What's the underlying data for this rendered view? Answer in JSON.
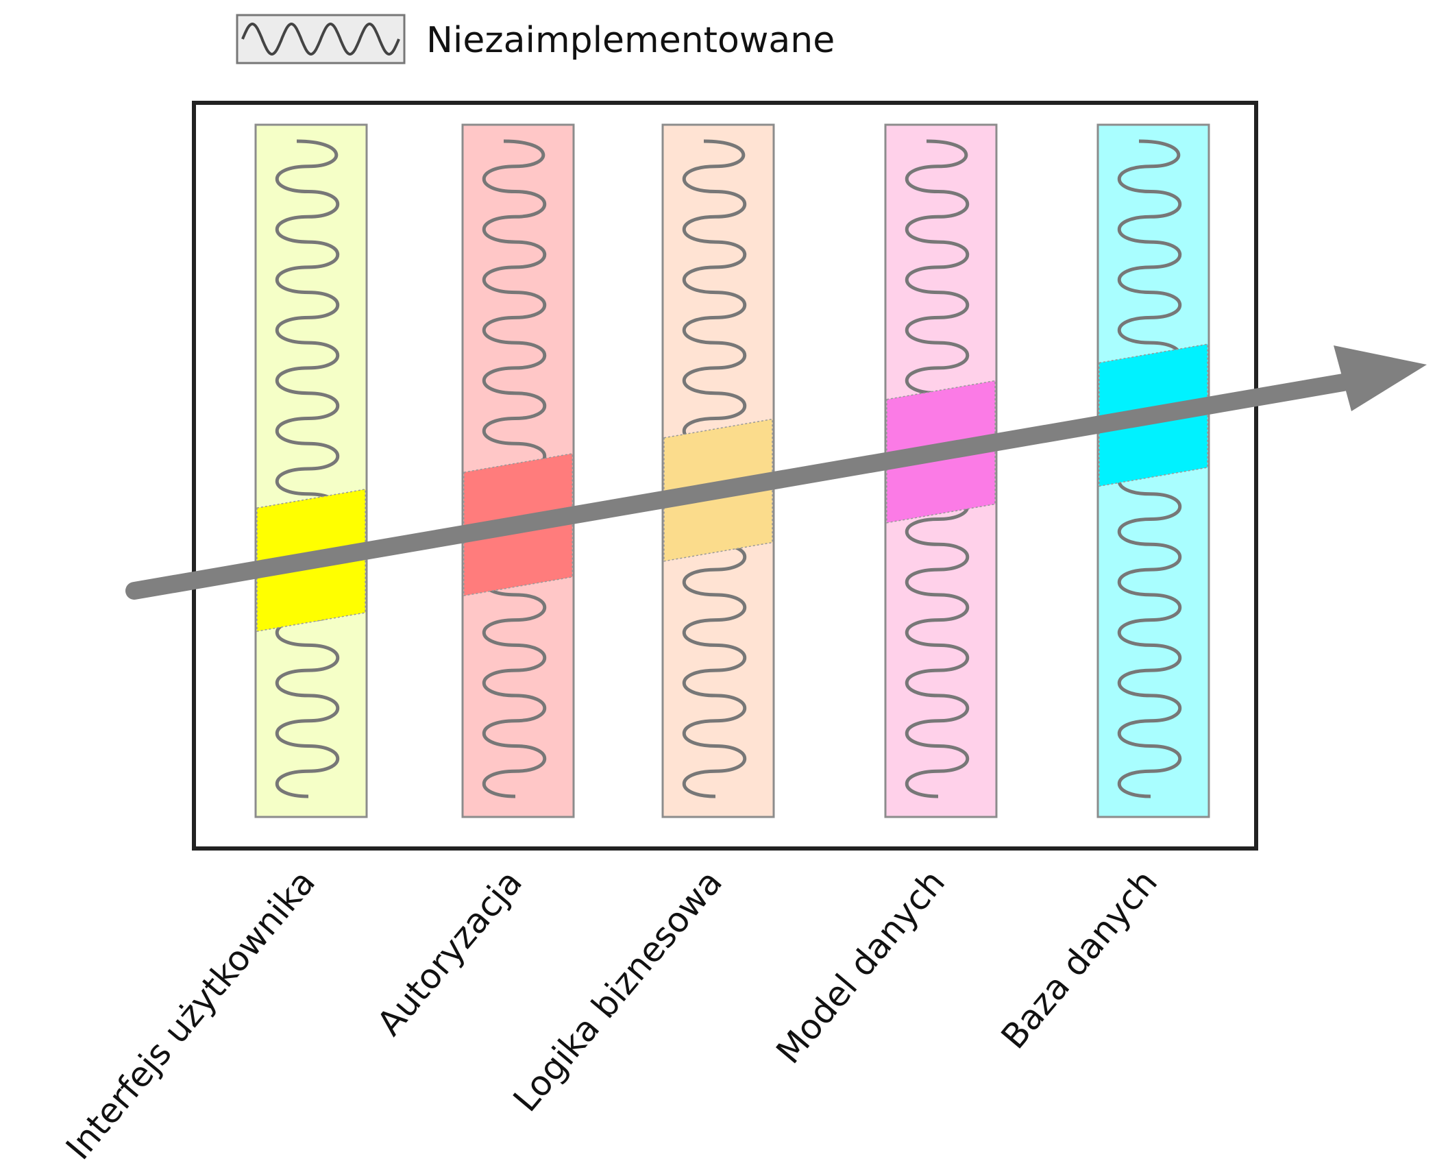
{
  "legend": {
    "label": "Niezaimplementowane",
    "swatch_icon": "wave-icon"
  },
  "layers": [
    {
      "label": "Interfejs użytkownika",
      "fill": "#f5ffc7",
      "slice": "#ffff00"
    },
    {
      "label": "Autoryzacja",
      "fill": "#ffc7c7",
      "slice": "#ff7c7c"
    },
    {
      "label": "Logika biznesowa",
      "fill": "#ffe3d3",
      "slice": "#fbdc8c"
    },
    {
      "label": "Model danych",
      "fill": "#ffd1ea",
      "slice": "#fb7be6"
    },
    {
      "label": "Baza danych",
      "fill": "#a9feff",
      "slice": "#00f2ff"
    }
  ],
  "colors": {
    "frame": "#222222",
    "arrow": "#808080",
    "wave": "#777777",
    "column_border": "#8c8c8c"
  },
  "arrow_icon": "arrow-right-icon"
}
